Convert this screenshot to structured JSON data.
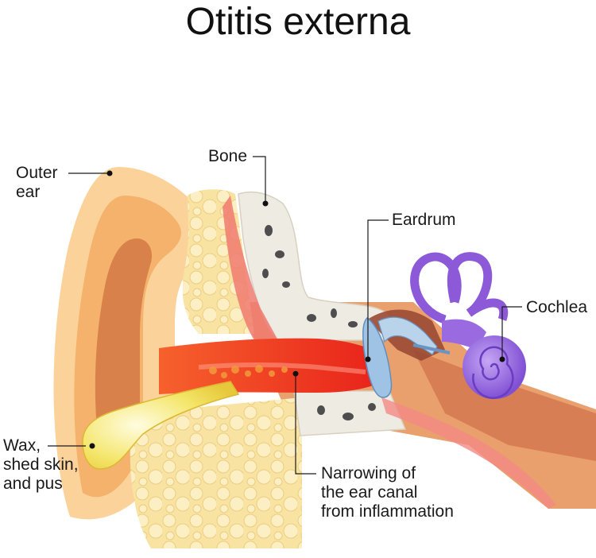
{
  "title": "Otitis externa",
  "labels": {
    "outer_ear": [
      "Outer",
      "ear"
    ],
    "bone": "Bone",
    "eardrum": "Eardrum",
    "cochlea": "Cochlea",
    "wax": [
      "Wax,",
      "shed skin,",
      "and pus"
    ],
    "narrowing": [
      "Narrowing of",
      "the ear canal",
      "from inflammation"
    ]
  },
  "colors": {
    "skin_light": "#fbd39a",
    "skin_mid": "#f4b26c",
    "skin_dark": "#d9814a",
    "fat": "#f9e3a3",
    "bone": "#eeebe3",
    "inflammation": "#ee2a1c",
    "pus": "#f1e24f",
    "inner_ear": "#9a6ae0",
    "eardrum": "#9fc3e4"
  }
}
